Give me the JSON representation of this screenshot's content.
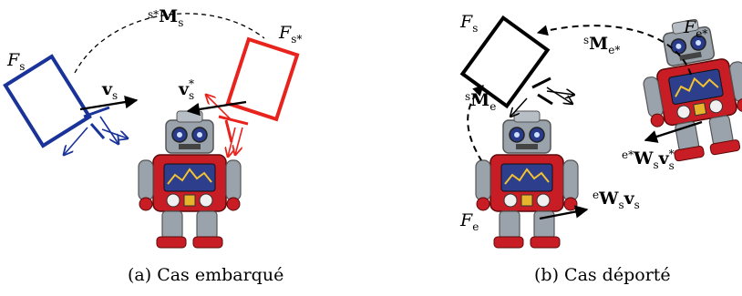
{
  "panel_a": {
    "caption": "(a) Cas embarqué",
    "frame_current": {
      "script": "F",
      "sub": "s"
    },
    "frame_desired": {
      "script": "F",
      "sub": "s*"
    },
    "transform": {
      "pre": "s*",
      "main": "M",
      "sub": "s"
    },
    "velocity": {
      "main": "v",
      "sub": "s"
    },
    "velocity_desired": {
      "main": "v",
      "sup": "*",
      "sub": "s"
    },
    "colors": {
      "current": "#1a3399",
      "desired": "#e8231d"
    }
  },
  "panel_b": {
    "caption": "(b) Cas déporté",
    "frame_sensor": {
      "script": "F",
      "sub": "s"
    },
    "frame_effector": {
      "script": "F",
      "sub": "e"
    },
    "frame_effector_desired": {
      "script": "F",
      "sub": "e*"
    },
    "transform_se_star": {
      "pre": "s",
      "main": "M",
      "sub": "e*"
    },
    "transform_se": {
      "pre": "s",
      "main": "M",
      "sub": "e"
    },
    "velocity_effector": {
      "pre": "e",
      "main": "W",
      "sub1": "s",
      "main2": "v",
      "sub2": "s"
    },
    "velocity_effector_desired": {
      "pre": "e*",
      "main": "W",
      "sub1": "s",
      "main2": "v",
      "sup2": "*",
      "sub2": "s"
    }
  }
}
